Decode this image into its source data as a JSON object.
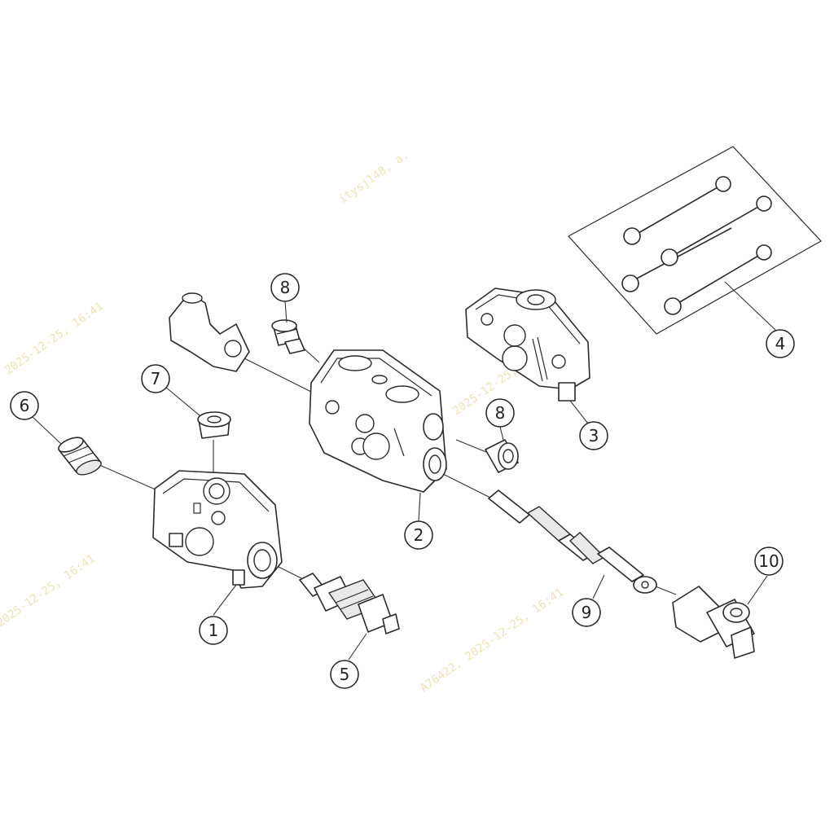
{
  "callouts": [
    {
      "label": "1"
    },
    {
      "label": "2"
    },
    {
      "label": "3"
    },
    {
      "label": "4"
    },
    {
      "label": "5"
    },
    {
      "label": "6"
    },
    {
      "label": "7"
    },
    {
      "label": "8"
    },
    {
      "label": "8"
    },
    {
      "label": "9"
    },
    {
      "label": "10"
    }
  ],
  "watermarks": [
    "itysj148, a.",
    "2025-12-25, 16:41",
    "A76422, 2025-12-25, 16:41",
    "2025-12-25, 16:41",
    "2025-12-25, 16:41"
  ]
}
